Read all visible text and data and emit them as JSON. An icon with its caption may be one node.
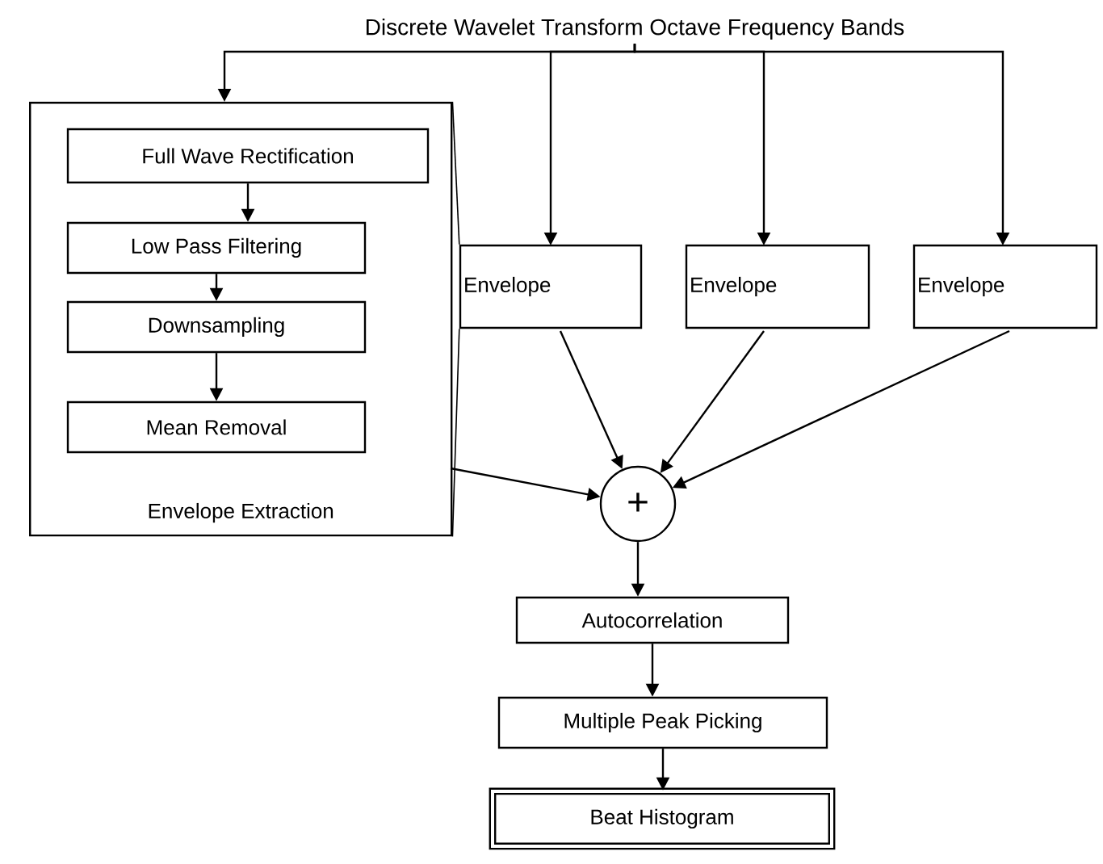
{
  "diagram": {
    "nodes": [
      {
        "text": [
          "Discrete Wavelet Transform Octave Frequency Bands"
        ]
      },
      {
        "text": [
          "Envelope Extraction"
        ]
      },
      {
        "text": [
          "Full Wave Rectification"
        ],
        "in": 1
      },
      {
        "text": [
          "Low Pass Filtering"
        ],
        "in": 1
      },
      {
        "text": [
          "Downsampling"
        ],
        "in": 1
      },
      {
        "text": [
          "Mean Removal"
        ],
        "in": 1
      },
      {
        "text": [
          "Envelope"
        ]
      },
      {
        "text": [
          "Envelope"
        ]
      },
      {
        "text": [
          "Envelope"
        ]
      },
      {
        "text": [
          "+"
        ]
      },
      {
        "text": [
          "Autocorrelation"
        ]
      },
      {
        "text": [
          "Multiple Peak Picking"
        ]
      },
      {
        "text": [
          "Beat Histogram"
        ]
      }
    ],
    "edges": [
      {
        "from": 0,
        "to": 1,
        "arrow": "to"
      },
      {
        "from": 0,
        "to": 6,
        "arrow": "to"
      },
      {
        "from": 0,
        "to": 7,
        "arrow": "to"
      },
      {
        "from": 0,
        "to": 8,
        "arrow": "to"
      },
      {
        "from": 2,
        "to": 3,
        "arrow": "to"
      },
      {
        "from": 3,
        "to": 4,
        "arrow": "to"
      },
      {
        "from": 4,
        "to": 5,
        "arrow": "to"
      },
      {
        "from": 1,
        "to": 9,
        "arrow": "to"
      },
      {
        "from": 6,
        "to": 9,
        "arrow": "to"
      },
      {
        "from": 7,
        "to": 9,
        "arrow": "to"
      },
      {
        "from": 8,
        "to": 9,
        "arrow": "to"
      },
      {
        "from": 9,
        "to": 10,
        "arrow": "to"
      },
      {
        "from": 10,
        "to": 11,
        "arrow": "to"
      },
      {
        "from": 11,
        "to": 12,
        "arrow": "to"
      },
      {
        "from": 1,
        "to": 6,
        "arrow": "none"
      },
      {
        "from": 1,
        "to": 6,
        "arrow": "none"
      }
    ]
  }
}
